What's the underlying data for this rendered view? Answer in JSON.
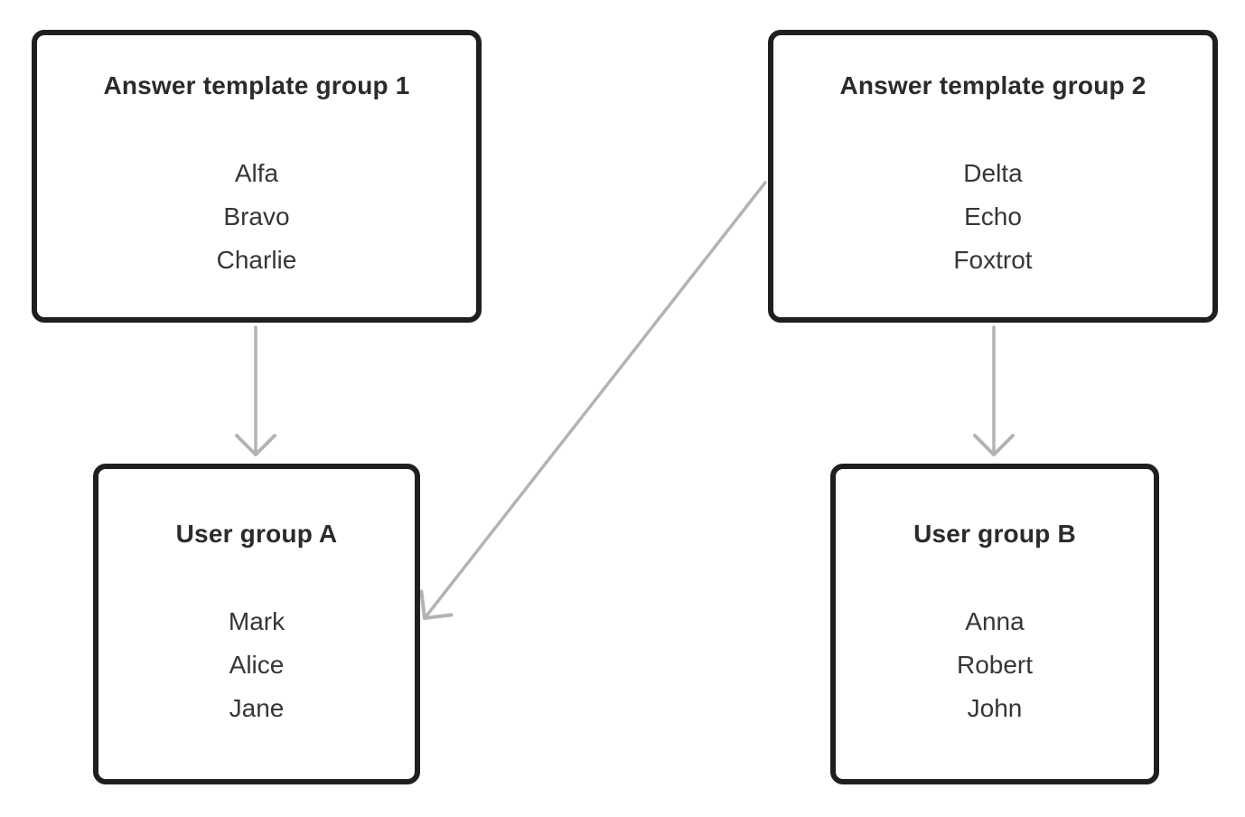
{
  "diagram": {
    "background_color": "#ffffff",
    "node_border_color": "#1f1f1f",
    "title_text_color": "#2b2b2b",
    "item_text_color": "#363636",
    "arrow_color": "#b3b3b3",
    "nodes": [
      {
        "id": "answer-template-group-1",
        "title": "Answer template group 1",
        "items": [
          "Alfa",
          "Bravo",
          "Charlie"
        ]
      },
      {
        "id": "answer-template-group-2",
        "title": "Answer template group 2",
        "items": [
          "Delta",
          "Echo",
          "Foxtrot"
        ]
      },
      {
        "id": "user-group-a",
        "title": "User group A",
        "items": [
          "Mark",
          "Alice",
          "Jane"
        ]
      },
      {
        "id": "user-group-b",
        "title": "User group B",
        "items": [
          "Anna",
          "Robert",
          "John"
        ]
      }
    ],
    "edges": [
      {
        "from": "answer-template-group-1",
        "to": "user-group-a",
        "direction": "down"
      },
      {
        "from": "answer-template-group-2",
        "to": "user-group-b",
        "direction": "down"
      },
      {
        "from": "answer-template-group-2",
        "to": "user-group-a",
        "direction": "diagonal-down-left"
      }
    ]
  }
}
